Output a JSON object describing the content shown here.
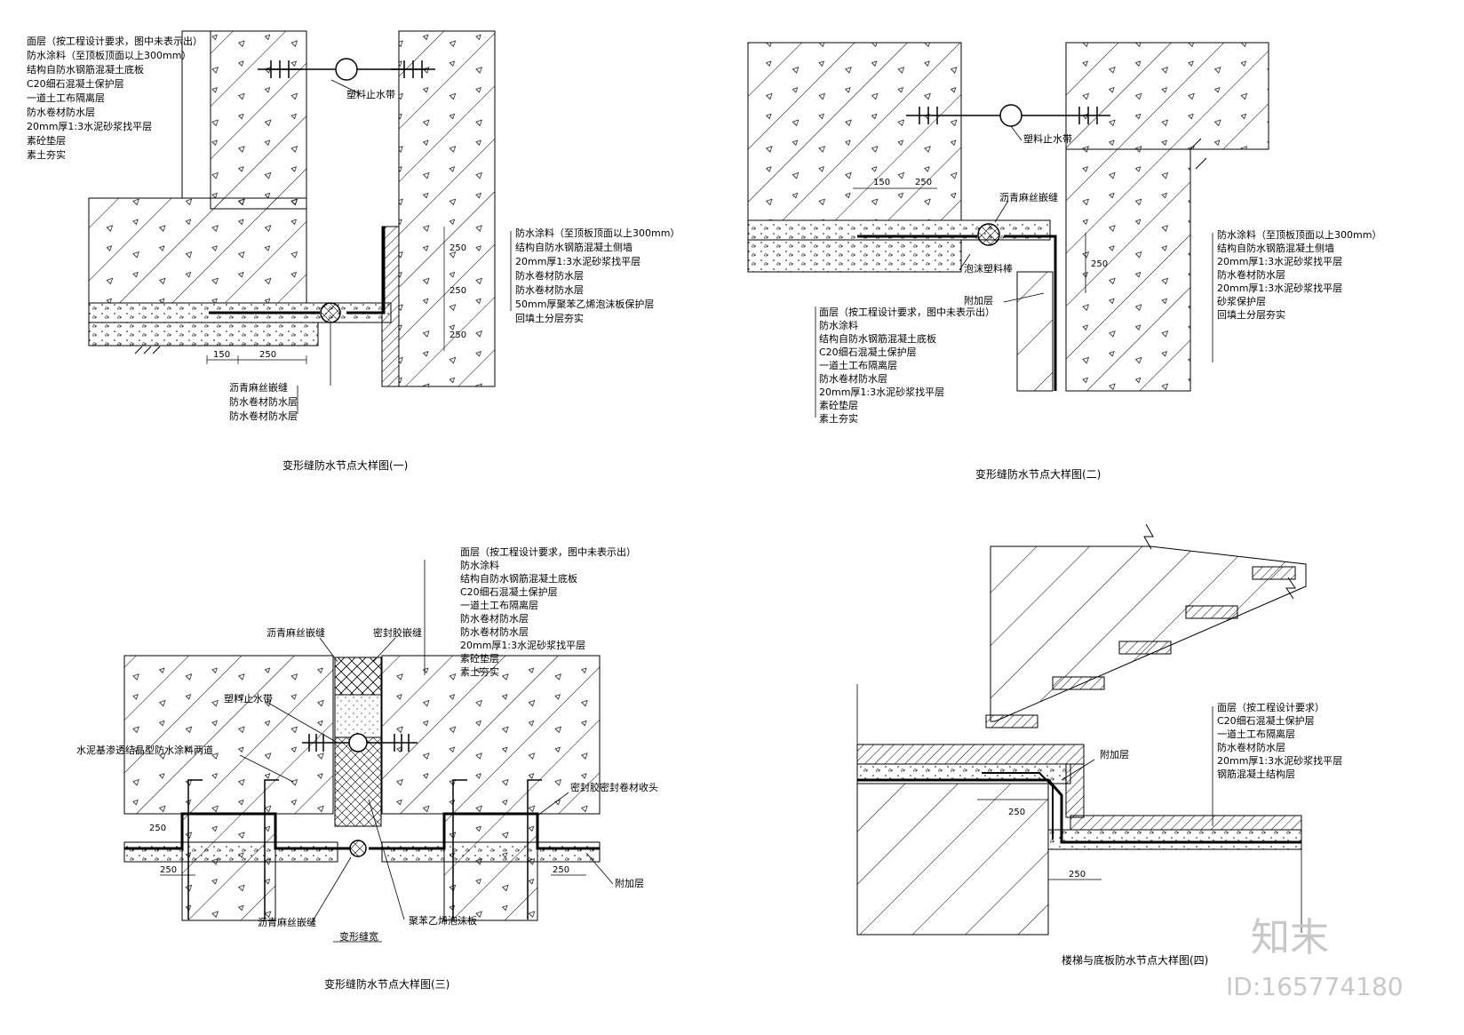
{
  "drawings": [
    {
      "id": "d1",
      "caption": "变形缝防水节点大样图(一)",
      "labels_left": [
        "面层（按工程设计要求，图中未表示出）",
        "防水涂料（至顶板顶面以上300mm）",
        "结构自防水钢筋混凝土底板",
        "C20细石混凝土保护层",
        "一道土工布隔离层",
        "防水卷材防水层",
        "20mm厚1:3水泥砂浆找平层",
        "素砼垫层",
        "素土夯实"
      ],
      "labels_right": [
        "防水涂料（至顶板顶面以上300mm）",
        "结构自防水钢筋混凝土侧墙",
        "20mm厚1:3水泥砂浆找平层",
        "防水卷材防水层",
        "防水卷材防水层",
        "50mm厚聚苯乙烯泡沫板保护层",
        "回填土分层夯实"
      ],
      "labels_bottom": [
        "沥青麻丝嵌缝",
        "防水卷材防水层",
        "防水卷材防水层"
      ],
      "callout": "塑料止水带",
      "dims": [
        "150",
        "250",
        "250",
        "250",
        "250"
      ]
    },
    {
      "id": "d2",
      "caption": "变形缝防水节点大样图(二)",
      "labels_left": [
        "面层（按工程设计要求，图中未表示出）",
        "防水涂料",
        "结构自防水钢筋混凝土底板",
        "C20细石混凝土保护层",
        "一道土工布隔离层",
        "防水卷材防水层",
        "20mm厚1:3水泥砂浆找平层",
        "素砼垫层",
        "素土夯实"
      ],
      "labels_right": [
        "防水涂料（至顶板顶面以上300mm）",
        "结构自防水钢筋混凝土侧墙",
        "20mm厚1:3水泥砂浆找平层",
        "防水卷材防水层",
        "20mm厚1:3水泥砂浆找平层",
        "砂浆保护层",
        "回填土分层夯实"
      ],
      "callouts": [
        "塑料止水带",
        "沥青麻丝嵌缝",
        "泡沫塑料棒",
        "附加层"
      ],
      "dims": [
        "150",
        "250",
        "250"
      ]
    },
    {
      "id": "d3",
      "caption": "变形缝防水节点大样图(三)",
      "labels_top": [
        "面层（按工程设计要求，图中未表示出）",
        "防水涂料",
        "结构自防水钢筋混凝土底板",
        "C20细石混凝土保护层",
        "一道土工布隔离层",
        "防水卷材防水层",
        "防水卷材防水层",
        "20mm厚1:3水泥砂浆找平层",
        "素砼垫层",
        "素土夯实"
      ],
      "callouts": [
        "沥青麻丝嵌缝",
        "密封胶嵌缝",
        "塑料止水带",
        "水泥基渗透结晶型防水涂料两道",
        "密封胶密封卷材收头",
        "附加层",
        "沥青麻丝嵌缝",
        "聚苯乙烯泡沫板",
        "变形缝宽"
      ],
      "dims": [
        "250",
        "250",
        "250"
      ]
    },
    {
      "id": "d4",
      "caption": "楼梯与底板防水节点大样图(四)",
      "labels_right": [
        "面层（按工程设计要求）",
        "C20细石混凝土保护层",
        "一道土工布隔离层",
        "防水卷材防水层",
        "20mm厚1:3水泥砂浆找平层",
        "钢筋混凝土结构层"
      ],
      "callouts": [
        "附加层"
      ],
      "dims": [
        "250",
        "250"
      ]
    }
  ],
  "watermark": {
    "brand": "知末",
    "id_text": "ID:165774180"
  }
}
